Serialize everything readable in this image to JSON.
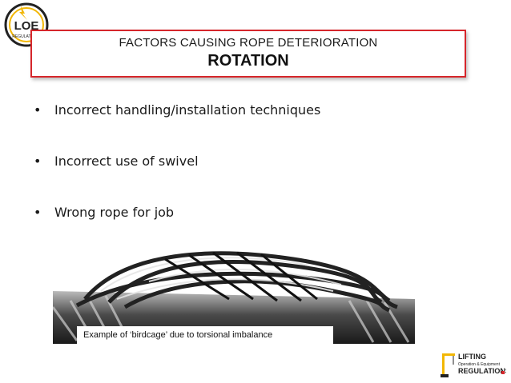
{
  "header": {
    "logo_text": "LOE",
    "logo_subtext": "REGULATIONS",
    "title_line1": "FACTORS CAUSING ROPE DETERIORATION",
    "title_line2": "ROTATION"
  },
  "bullets": [
    "Incorrect handling/installation techniques",
    "Incorrect use of swivel",
    "Wrong rope for job"
  ],
  "figure": {
    "caption": "Example of ‘birdcage’ due to torsional imbalance"
  },
  "footer_logo": {
    "line1": "LIFTING",
    "line2": "Operation & Equipment",
    "line3": "REGULATIONS"
  },
  "colors": {
    "title_border": "#d6262b",
    "logo_yellow": "#f2b705"
  }
}
